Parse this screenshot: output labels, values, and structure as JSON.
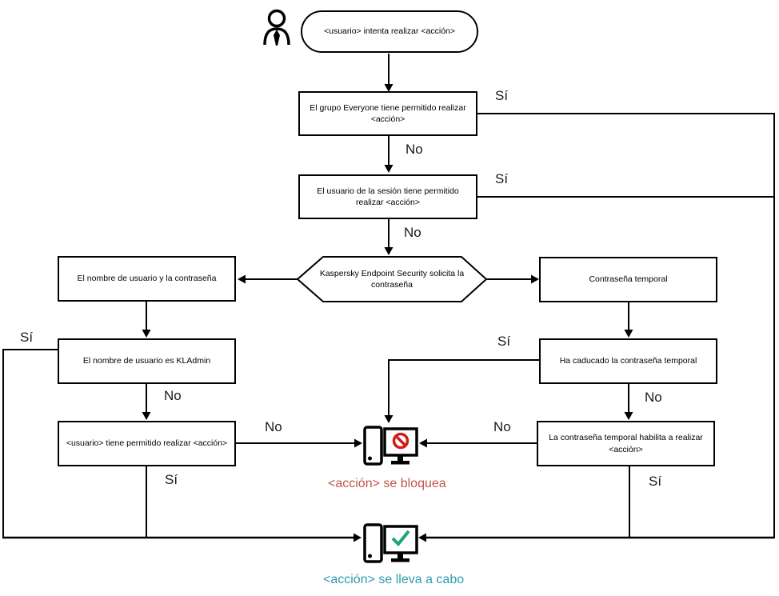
{
  "nodes": {
    "start": "<usuario> intenta realizar <acción>",
    "everyone": "El grupo Everyone tiene permitido realizar <acción>",
    "session_user": "El usuario de la sesión tiene permitido realizar <acción>",
    "kes_prompt": "Kaspersky Endpoint Security solicita la contraseña",
    "credentials": "El nombre de usuario y la contraseña",
    "temp_password": "Contraseña temporal",
    "kladmin": "El nombre de usuario es KLAdmin",
    "temp_expired": "Ha caducado la contraseña temporal",
    "user_allowed": "<usuario> tiene permitido realizar <acción>",
    "temp_allows": "La contraseña temporal habilita a realizar <acción>"
  },
  "labels": {
    "yes": "Sí",
    "no": "No"
  },
  "outcomes": {
    "blocked": "<acción> se bloquea",
    "performed": "<acción> se lleva a cabo"
  },
  "icons": {
    "actor": "person-icon",
    "blocked": "computer-blocked-icon",
    "performed": "computer-check-icon"
  },
  "colors": {
    "blocked_accent": "#cc2017",
    "blocked_text": "#c0544e",
    "success_accent": "#1fa37c",
    "success_text": "#2e9bb0",
    "line": "#000000"
  }
}
